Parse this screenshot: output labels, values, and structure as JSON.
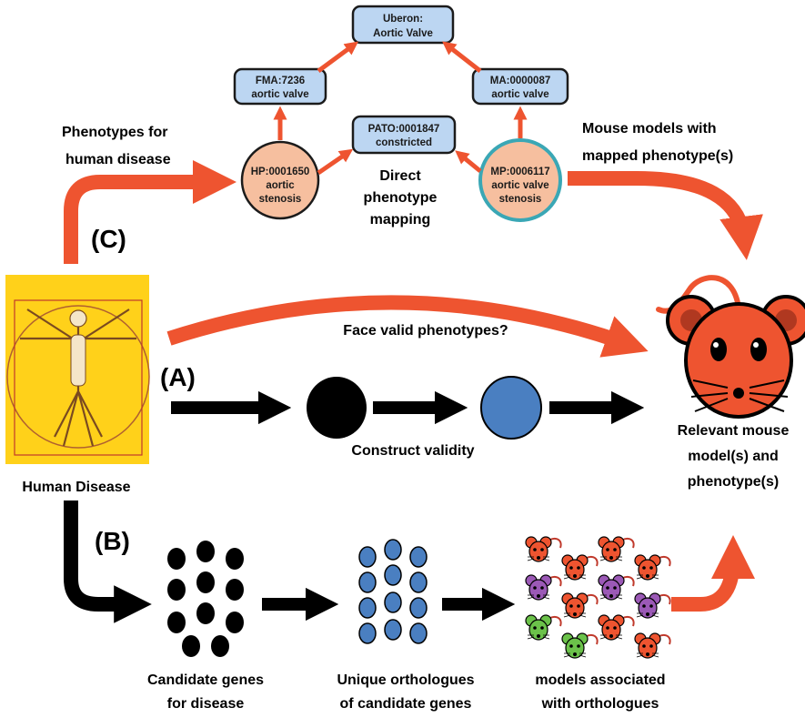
{
  "colors": {
    "red_arrow": "#ee5430",
    "black_arrow": "#000000",
    "box_fill": "#bcd6f2",
    "hp_circle": "#f6bf9f",
    "mp_circle": "#f6bf9f",
    "mp_ring": "#3aa7b5",
    "blue_oval": "#4a7fc1",
    "mouse_red": "#ee5430",
    "mouse_purple": "#9b59b6",
    "mouse_green": "#6bc24a",
    "vitruvian_bg": "#ffd11a"
  },
  "ontology": {
    "uberon": [
      "Uberon:",
      "Aortic Valve"
    ],
    "fma": [
      "FMA:7236",
      "aortic valve"
    ],
    "ma": [
      "MA:0000087",
      "aortic valve"
    ],
    "pato": [
      "PATO:0001847",
      "constricted"
    ],
    "hp": [
      "HP:0001650",
      "aortic",
      "stenosis"
    ],
    "mp": [
      "MP:0006117",
      "aortic valve",
      "stenosis"
    ]
  },
  "labels": {
    "phenotypes_human": [
      "Phenotypes for",
      "human disease"
    ],
    "direct_mapping": [
      "Direct",
      "phenotype",
      "mapping"
    ],
    "mouse_models_mapped": [
      "Mouse models with",
      "mapped phenotype(s)"
    ],
    "path_c": "(C)",
    "path_a": "(A)",
    "path_b": "(B)",
    "face_valid": "Face valid phenotypes?",
    "construct_validity": "Construct validity",
    "human_disease": "Human Disease",
    "relevant_mouse": [
      "Relevant mouse",
      "model(s) and",
      "phenotype(s)"
    ],
    "candidate_genes": [
      "Candidate genes",
      "for disease"
    ],
    "unique_orthologues": [
      "Unique orthologues",
      "of candidate genes"
    ],
    "models_associated": [
      "models associated",
      "with orthologues"
    ]
  },
  "icons": [
    "vitruvian-man-icon",
    "mouse-icon"
  ]
}
